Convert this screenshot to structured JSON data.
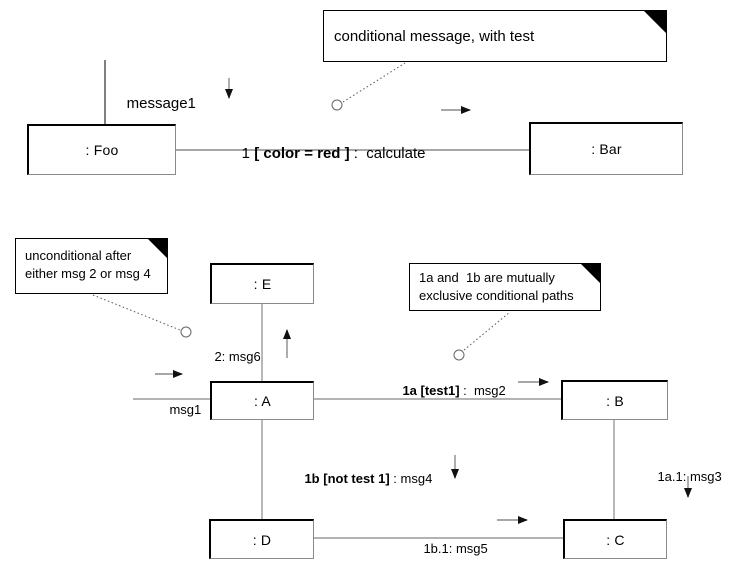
{
  "diagram": {
    "title": "UML collaboration diagram with conditional messages",
    "colors": {
      "stroke": "#000000",
      "line": "#8a8a8a",
      "background": "#ffffff"
    }
  },
  "upper": {
    "objects": [
      {
        "id": "foo",
        "label": ": Foo"
      },
      {
        "id": "bar",
        "label": ": Bar"
      }
    ],
    "note": {
      "lines": [
        "conditional message, with test"
      ]
    },
    "labels": {
      "message1": "message1",
      "conditional_prefix": "1 ",
      "conditional_guard": "[ color = red ]",
      "conditional_suffix": " :  calculate"
    }
  },
  "lower": {
    "objects": [
      {
        "id": "e",
        "label": ": E"
      },
      {
        "id": "a",
        "label": ": A"
      },
      {
        "id": "b",
        "label": ": B"
      },
      {
        "id": "c",
        "label": ": C"
      },
      {
        "id": "d",
        "label": ": D"
      }
    ],
    "notes": [
      {
        "id": "note-unconditional",
        "lines": [
          "unconditional after",
          "either msg 2 or msg 4"
        ]
      },
      {
        "id": "note-exclusive",
        "lines": [
          "1a and  1b are mutually",
          "exclusive conditional paths"
        ]
      }
    ],
    "labels": {
      "msg6": "2: msg6",
      "msg1": "msg1",
      "msg2_prefix": "1a [test1]",
      "msg2_suffix": " :  msg2",
      "msg4_prefix": "1b [not test 1]",
      "msg4_suffix": " : msg4",
      "msg3": "1a.1: msg3",
      "msg5": "1b.1: msg5"
    }
  }
}
